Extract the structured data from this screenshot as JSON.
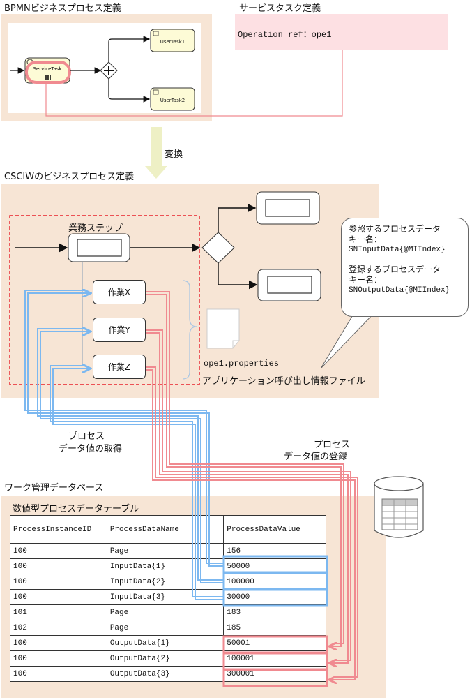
{
  "bpmn": {
    "title": "BPMNビジネスプロセス定義",
    "service_task": "ServiceTask",
    "user_task_1": "UserTask1",
    "user_task_2": "UserTask2"
  },
  "service_def": {
    "title": "サービスタスク定義",
    "text": "Operation ref：ope1"
  },
  "convert_label": "変換",
  "csciw": {
    "title": "CSCIWのビジネスプロセス定義",
    "business_step": "業務ステップ",
    "task_x": "作業X",
    "task_y": "作業Y",
    "task_z": "作業Z",
    "file_name": "ope1.properties",
    "file_desc": "アプリケーション呼び出し情報ファイル",
    "callout": {
      "ref_line1": "参照するプロセスデータ",
      "ref_line2": "キー名：",
      "ref_line3": "$NInputData{@MIIndex}",
      "reg_line1": "登録するプロセスデータ",
      "reg_line2": "キー名：",
      "reg_line3": "$NOutputData{@MIIndex}"
    }
  },
  "get_label": {
    "line1": "プロセス",
    "line2": "データ値の取得"
  },
  "reg_label": {
    "line1": "プロセス",
    "line2": "データ値の登録"
  },
  "db": {
    "title": "ワーク管理データベース",
    "table_title": "数値型プロセスデータテーブル",
    "columns": [
      "ProcessInstanceID",
      "ProcessDataName",
      "ProcessDataValue"
    ],
    "rows": [
      [
        "100",
        "Page",
        "156"
      ],
      [
        "100",
        "InputData{1}",
        "50000"
      ],
      [
        "100",
        "InputData{2}",
        "100000"
      ],
      [
        "100",
        "InputData{3}",
        "30000"
      ],
      [
        "101",
        "Page",
        "183"
      ],
      [
        "102",
        "Page",
        "185"
      ],
      [
        "100",
        "OutputData{1}",
        "50001"
      ],
      [
        "100",
        "OutputData{2}",
        "100001"
      ],
      [
        "100",
        "OutputData{3}",
        "300001"
      ]
    ]
  },
  "colors": {
    "panel": "#f7e5d5",
    "service_def_bg": "#fde0e3",
    "blue_line": "#7cb8f0",
    "red_line": "#f08a90",
    "dashed_border": "#e8202a",
    "convert_arrow": "#eef0c5",
    "user_task_fill": "#fdfbd6"
  }
}
